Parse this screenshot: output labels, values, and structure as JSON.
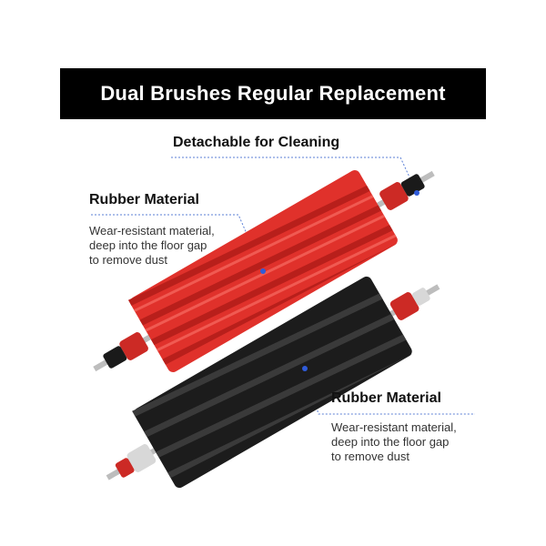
{
  "banner": {
    "title": "Dual Brushes Regular Replacement"
  },
  "callouts": {
    "detachable": {
      "title": "Detachable for Cleaning"
    },
    "red_brush": {
      "title": "Rubber Material",
      "description": "Wear-resistant material,\ndeep into the floor gap\nto remove dust"
    },
    "black_brush": {
      "title": "Rubber Material",
      "description": "Wear-resistant material,\ndeep into the floor gap\nto remove dust"
    }
  },
  "colors": {
    "banner_bg": "#000000",
    "banner_text": "#ffffff",
    "red_brush": "#e0312b",
    "black_brush": "#1c1c1c",
    "end_cap": "#cc2a25",
    "leader_line": "#5b7fd6",
    "marker_dot": "#2f5bd9"
  }
}
